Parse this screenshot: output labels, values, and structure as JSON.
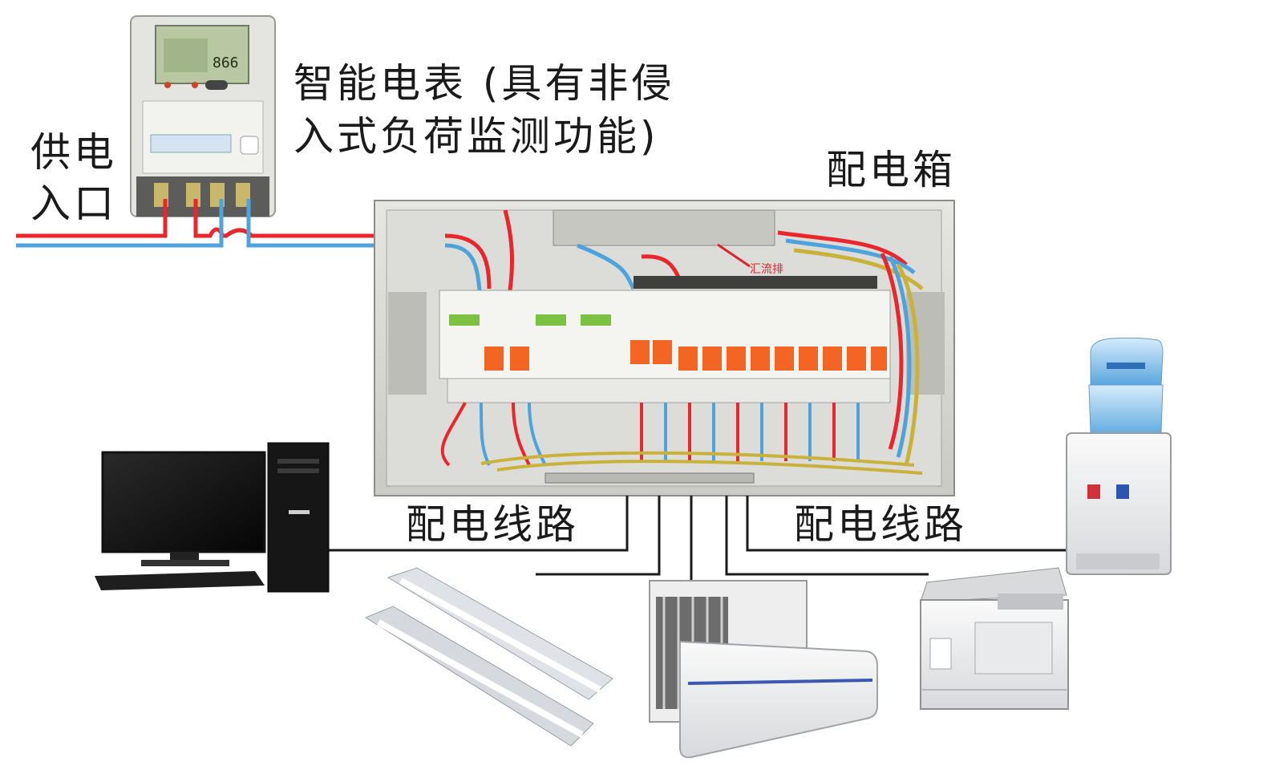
{
  "labels": {
    "supply_line1": "供电",
    "supply_line2": "入口",
    "meter_line1": "智能电表 (具有非侵",
    "meter_line2": "入式负荷监测功能)",
    "distribution_box": "配电箱",
    "wiring_left": "配电线路",
    "wiring_right": "配电线路",
    "busbar_tag": "汇流排",
    "meter_reading": "866"
  },
  "colors": {
    "live_wire": "#e8262b",
    "neutral_wire": "#4fa3dc",
    "ground_wire": "#c9b23a",
    "breaker_handle": "#f26522",
    "box_body": "#d9d9d6",
    "line": "#1a1a1a"
  },
  "icons": {
    "meter": "smart-meter-icon",
    "box": "distribution-box-icon",
    "computer": "desktop-computer-icon",
    "lamp": "fluorescent-lamp-icon",
    "ac": "air-conditioner-icon",
    "copier": "photocopier-icon",
    "water": "water-dispenser-icon"
  }
}
